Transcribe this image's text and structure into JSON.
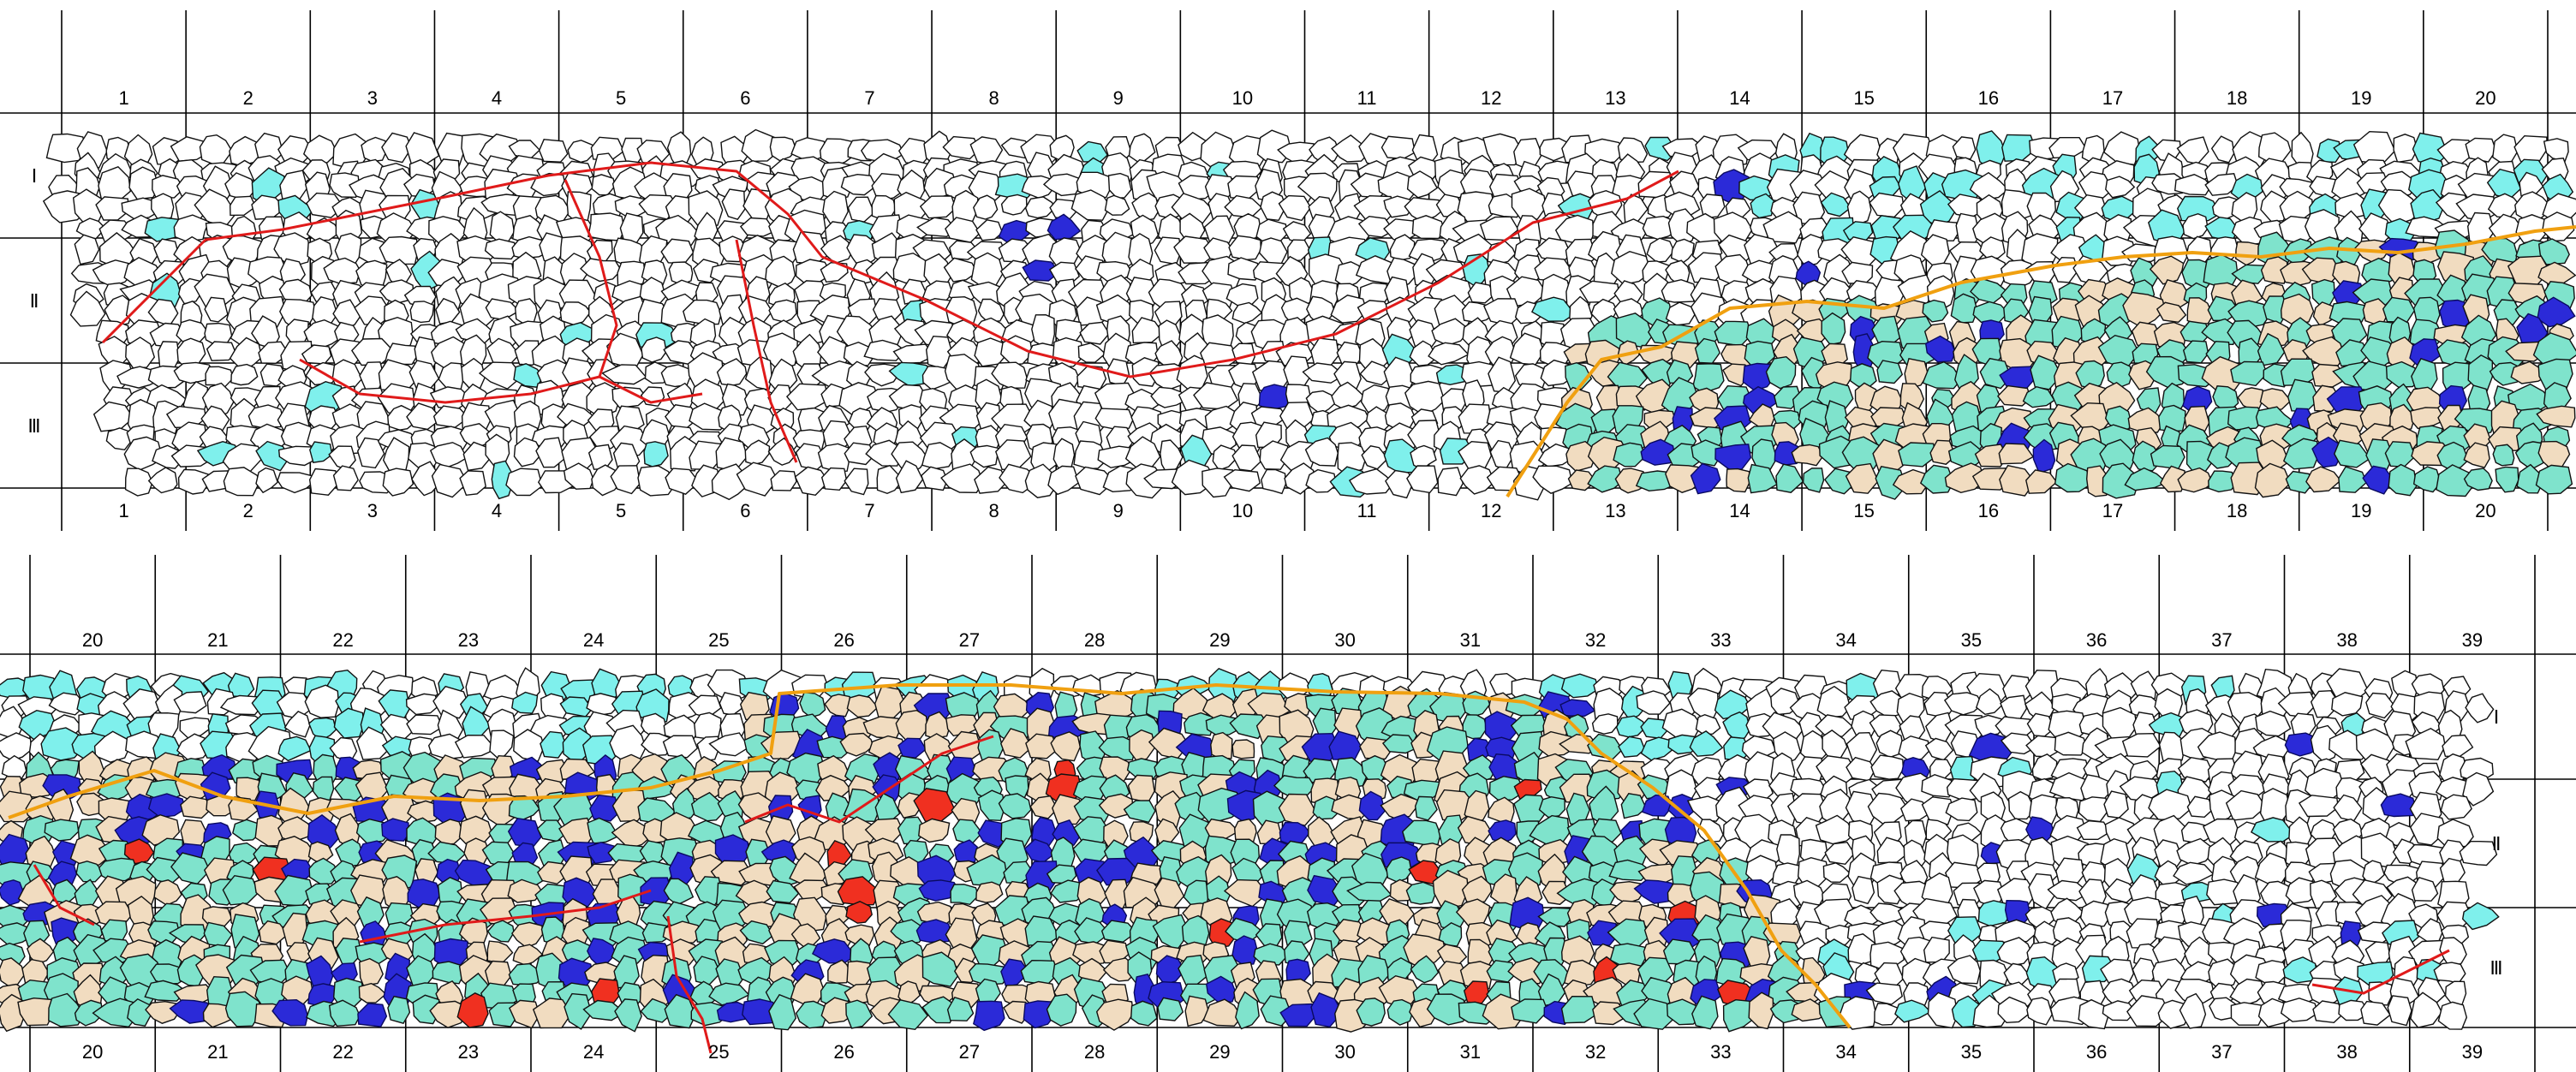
{
  "legend_colors": {
    "cyan_stone": "#7ff0ec",
    "mint_stone": "#7fe3cc",
    "blue_stone": "#2b2ad8",
    "red_stone": "#f03020",
    "pink_stone": "#f4a0a0",
    "tan_fill": "#f1dcc0",
    "red_boundary": "#e01a1a",
    "orange_boundary": "#f0a010",
    "stone_outline": "#111111"
  },
  "top_panel": {
    "columns_top": [
      "1",
      "2",
      "3",
      "4",
      "5",
      "6",
      "7",
      "8",
      "9",
      "10",
      "11",
      "12",
      "13",
      "14",
      "15",
      "16",
      "17",
      "18",
      "19",
      "20"
    ],
    "columns_bottom": [
      "1",
      "2",
      "3",
      "4",
      "5",
      "6",
      "7",
      "8",
      "9",
      "10",
      "11",
      "12",
      "13",
      "14",
      "15",
      "16",
      "17",
      "18",
      "19",
      "20"
    ],
    "rows": [
      "Ⅰ",
      "Ⅱ",
      "Ⅲ"
    ]
  },
  "bottom_panel": {
    "columns_top": [
      "20",
      "21",
      "22",
      "23",
      "24",
      "25",
      "26",
      "27",
      "28",
      "29",
      "30",
      "31",
      "32",
      "33",
      "34",
      "35",
      "36",
      "37",
      "38",
      "39"
    ],
    "columns_bottom": [
      "20",
      "21",
      "22",
      "23",
      "24",
      "25",
      "26",
      "27",
      "28",
      "29",
      "30",
      "31",
      "32",
      "33",
      "34",
      "35",
      "36",
      "37",
      "38",
      "39"
    ],
    "rows": [
      "Ⅰ",
      "Ⅱ",
      "Ⅲ"
    ]
  }
}
